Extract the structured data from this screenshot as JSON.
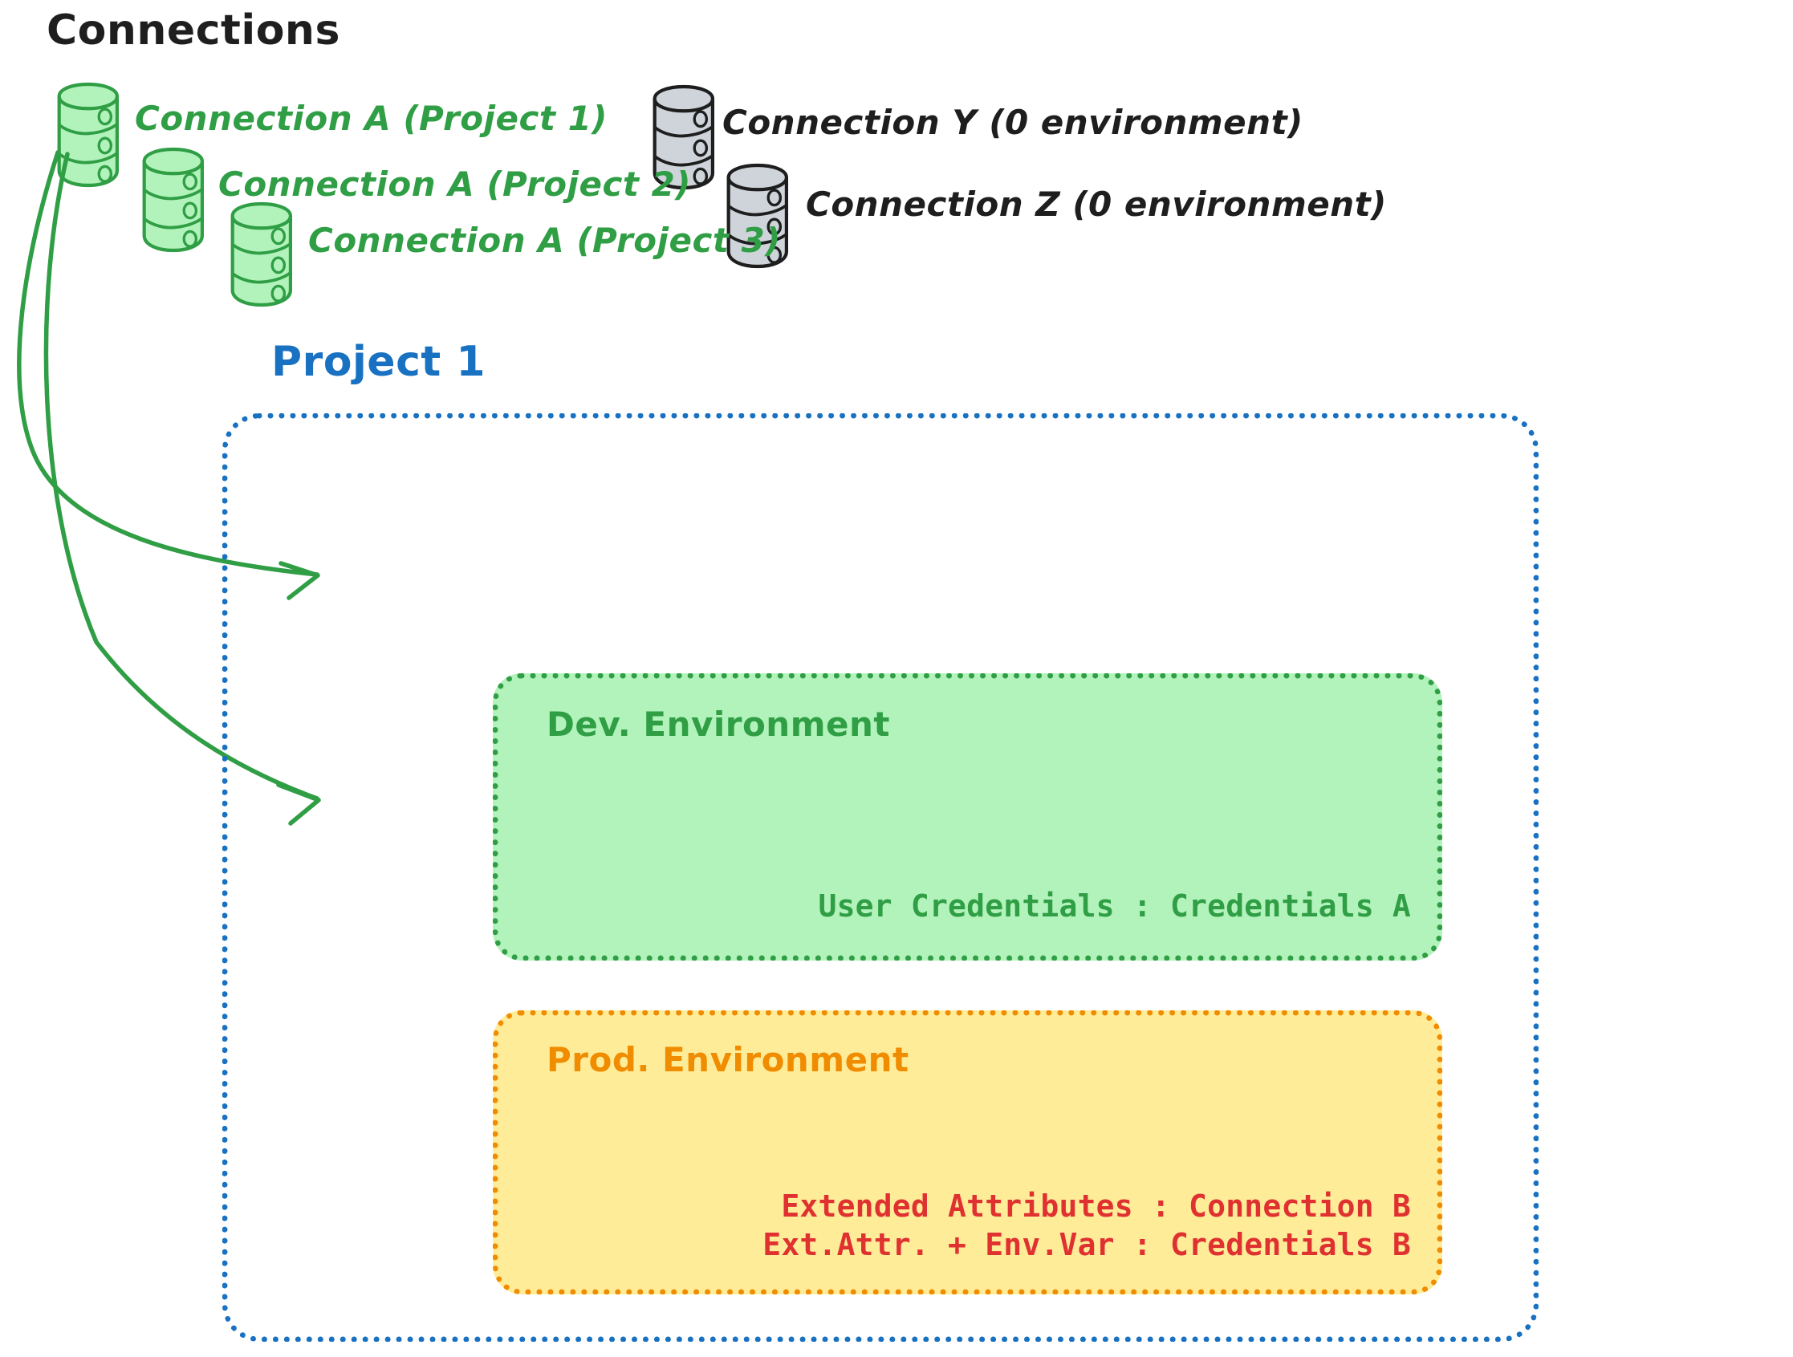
{
  "diagram": {
    "title": "Connections",
    "colors": {
      "green_stroke": "#2f9e44",
      "green_fill": "#b2f2bb",
      "gray_stroke": "#1e1e1e",
      "gray_fill": "#ced4da",
      "blue": "#1971c2",
      "orange": "#f08c00",
      "orange_fill": "#ffec99",
      "red": "#e03131",
      "black": "#1e1e1e",
      "background": "#ffffff"
    }
  },
  "connections": {
    "heading": "Connections",
    "green_items": [
      {
        "icon": "database-icon",
        "label": "Connection A (Project 1)"
      },
      {
        "icon": "database-icon",
        "label": "Connection A (Project 2)"
      },
      {
        "icon": "database-icon",
        "label": "Connection A (Project 3)"
      }
    ],
    "gray_items": [
      {
        "icon": "database-icon",
        "label": "Connection Y (0 environment)"
      },
      {
        "icon": "database-icon",
        "label": "Connection Z (0 environment)"
      }
    ]
  },
  "project": {
    "title": "Project 1",
    "environments": [
      {
        "name": "Dev. Environment",
        "accent": "#2f9e44",
        "fill": "#b2f2bb",
        "lines": [
          "User Credentials : Credentials A"
        ]
      },
      {
        "name": "Prod. Environment",
        "accent": "#f08c00",
        "fill": "#ffec99",
        "lines": [
          "Extended Attributes : Connection B",
          "Ext.Attr. + Env.Var : Credentials B"
        ]
      }
    ]
  },
  "arrows": [
    {
      "from": "connection-a-project-1",
      "to": "dev-environment"
    },
    {
      "from": "connection-a-project-1",
      "to": "prod-environment"
    }
  ]
}
